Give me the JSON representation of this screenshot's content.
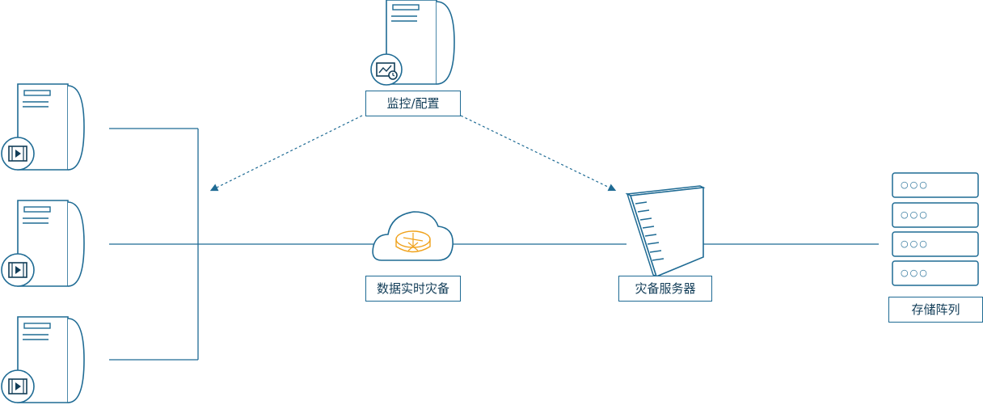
{
  "labels": {
    "monitor": "监控/配置",
    "realtime": "数据实时灾备",
    "dr_server": "灾备服务器",
    "storage": "存储阵列"
  },
  "storage_units": [
    {
      "dots": "○○○"
    },
    {
      "dots": "○○○"
    },
    {
      "dots": "○○○"
    },
    {
      "dots": "○○○"
    }
  ],
  "colors": {
    "line": "#1f6b94",
    "dark": "#123d58",
    "accent": "#f0a21c"
  },
  "icons": {
    "source_server": "video-server-icon",
    "monitor_server": "monitor-chart-icon",
    "cloud": "cloud-router-icon",
    "dr_server": "tower-server-icon",
    "storage": "storage-array-icon"
  }
}
